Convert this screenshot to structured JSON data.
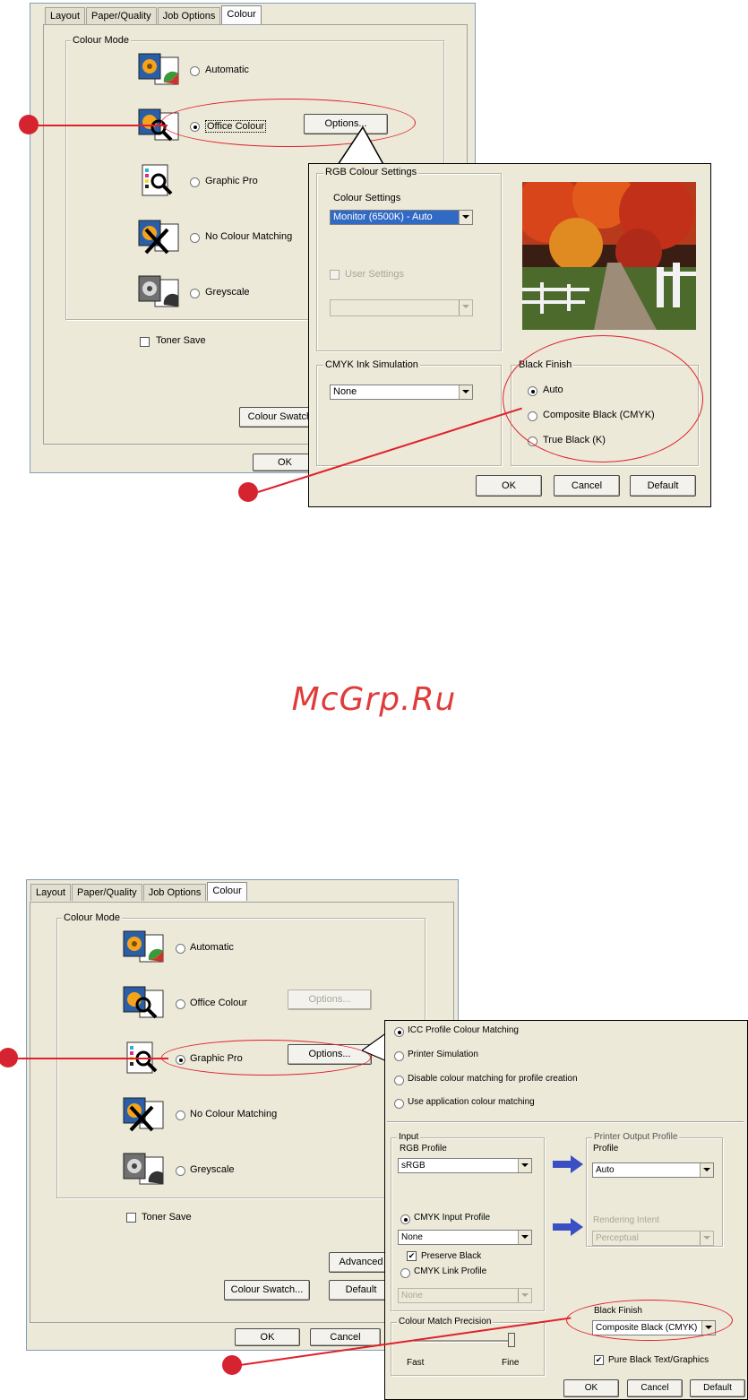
{
  "tabs": [
    "Layout",
    "Paper/Quality",
    "Job Options",
    "Colour"
  ],
  "colour_mode_label": "Colour Mode",
  "modes": [
    "Automatic",
    "Office Colour",
    "Graphic Pro",
    "No Colour Matching",
    "Greyscale"
  ],
  "options_label": "Options...",
  "toner_save_label": "Toner Save",
  "colour_swatch_label": "Colour Swatch...",
  "advanced_label": "Advanced",
  "default_label": "Default",
  "ok_label": "OK",
  "cancel_label": "Cancel",
  "top": {
    "selected_mode": "Office Colour",
    "rgb_group": "RGB Colour Settings",
    "colour_settings_label": "Colour Settings",
    "colour_settings_value": "Monitor (6500K) - Auto",
    "user_settings_label": "User Settings",
    "cmyk_group": "CMYK Ink Simulation",
    "cmyk_value": "None",
    "black_finish_group": "Black Finish",
    "black_finish_options": [
      "Auto",
      "Composite Black (CMYK)",
      "True Black (K)"
    ]
  },
  "watermark": "McGrp.Ru",
  "bottom": {
    "selected_mode": "Graphic Pro",
    "matching_options": [
      "ICC Profile Colour Matching",
      "Printer Simulation",
      "Disable colour matching for profile creation",
      "Use application colour matching"
    ],
    "input_group": "Input",
    "rgb_profile_label": "RGB Profile",
    "rgb_profile_value": "sRGB",
    "cmyk_input_label": "CMYK Input Profile",
    "cmyk_input_value": "None",
    "preserve_black_label": "Preserve Black",
    "cmyk_link_label": "CMYK Link Profile",
    "cmyk_link_value": "None",
    "printer_output_group": "Printer Output Profile",
    "profile_label": "Profile",
    "profile_value": "Auto",
    "rendering_intent_label": "Rendering Intent",
    "rendering_intent_value": "Perceptual",
    "precision_group": "Colour Match Precision",
    "precision_fast": "Fast",
    "precision_fine": "Fine",
    "black_finish_label": "Black Finish",
    "black_finish_value": "Composite Black (CMYK)",
    "pure_black_label": "Pure Black Text/Graphics"
  },
  "colors": {
    "dialog": "#ece9d8",
    "callout_red": "#e0202a",
    "selection": "#316ac5",
    "arrow_blue": "#3b4fc4"
  }
}
